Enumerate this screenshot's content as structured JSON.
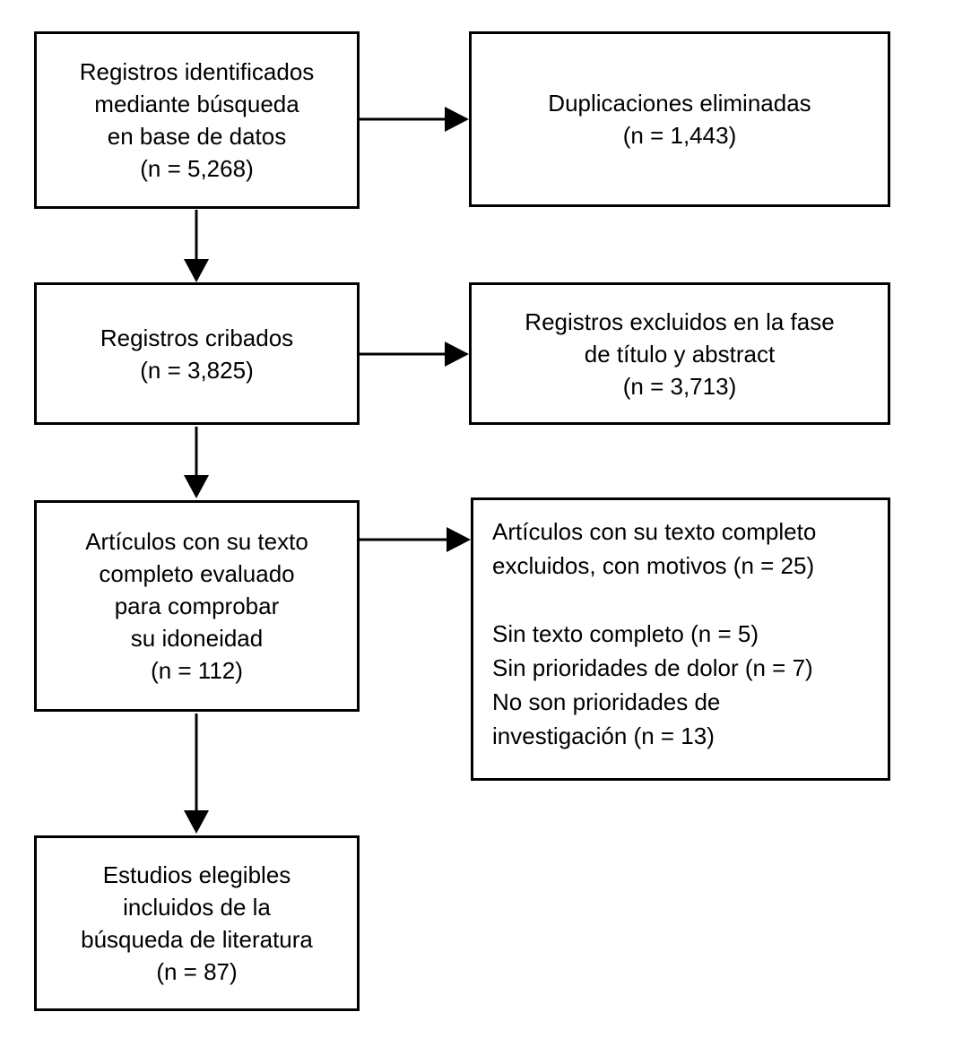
{
  "diagram": {
    "language": "es",
    "boxes": {
      "identified": {
        "text": "Registros identificados\nmediante búsqueda\nen base de datos\n(n = 5,268)",
        "n": 5268
      },
      "duplicates_removed": {
        "text": "Duplicaciones eliminadas\n(n = 1,443)",
        "n": 1443
      },
      "screened": {
        "text": "Registros cribados\n(n = 3,825)",
        "n": 3825
      },
      "excluded_title_abstract": {
        "text": "Registros excluidos en la fase\nde título y abstract\n(n = 3,713)",
        "n": 3713
      },
      "fulltext_assessed": {
        "text": "Artículos con su texto\ncompleto evaluado\npara comprobar\nsu idoneidad\n(n = 112)",
        "n": 112
      },
      "fulltext_excluded": {
        "text": "Artículos con su texto completo\nexcluidos, con motivos (n = 25)\n\nSin texto completo (n = 5)\nSin prioridades de dolor (n = 7)\nNo son prioridades de\ninvestigación (n = 13)",
        "n": 25,
        "reasons": [
          {
            "label": "Sin texto completo",
            "n": 5
          },
          {
            "label": "Sin prioridades de dolor",
            "n": 7
          },
          {
            "label": "No son prioridades de investigación",
            "n": 13
          }
        ]
      },
      "included": {
        "text": "Estudios elegibles\nincluidos de la\nbúsqueda de literatura\n(n = 87)",
        "n": 87
      }
    },
    "connections": [
      {
        "from": "identified",
        "to": "duplicates_removed",
        "direction": "right"
      },
      {
        "from": "identified",
        "to": "screened",
        "direction": "down"
      },
      {
        "from": "screened",
        "to": "excluded_title_abstract",
        "direction": "right"
      },
      {
        "from": "screened",
        "to": "fulltext_assessed",
        "direction": "down"
      },
      {
        "from": "fulltext_assessed",
        "to": "fulltext_excluded",
        "direction": "right"
      },
      {
        "from": "fulltext_assessed",
        "to": "included",
        "direction": "down"
      }
    ],
    "colors": {
      "line": "#000000",
      "text": "#000000",
      "background": "#ffffff"
    }
  }
}
